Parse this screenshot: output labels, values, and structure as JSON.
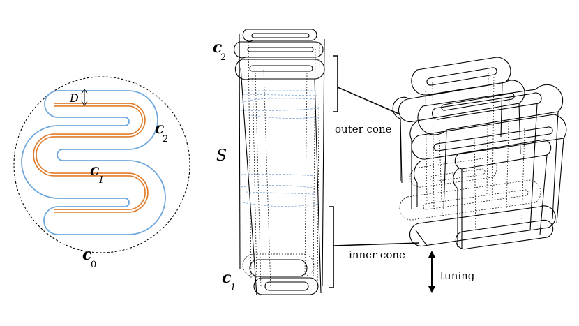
{
  "labels": {
    "c0": "c",
    "c0_sub": "0",
    "c1": "c",
    "c1_sub": "1",
    "c2": "c",
    "c2_sub": "2",
    "D": "D",
    "S": "S",
    "outer_cone": "outer cone",
    "inner_cone": "inner cone",
    "tuning": "tuning"
  },
  "colors": {
    "outer_curve": "#6fa8dc",
    "inner_curve": "#e07b2a",
    "ink": "#000000"
  }
}
